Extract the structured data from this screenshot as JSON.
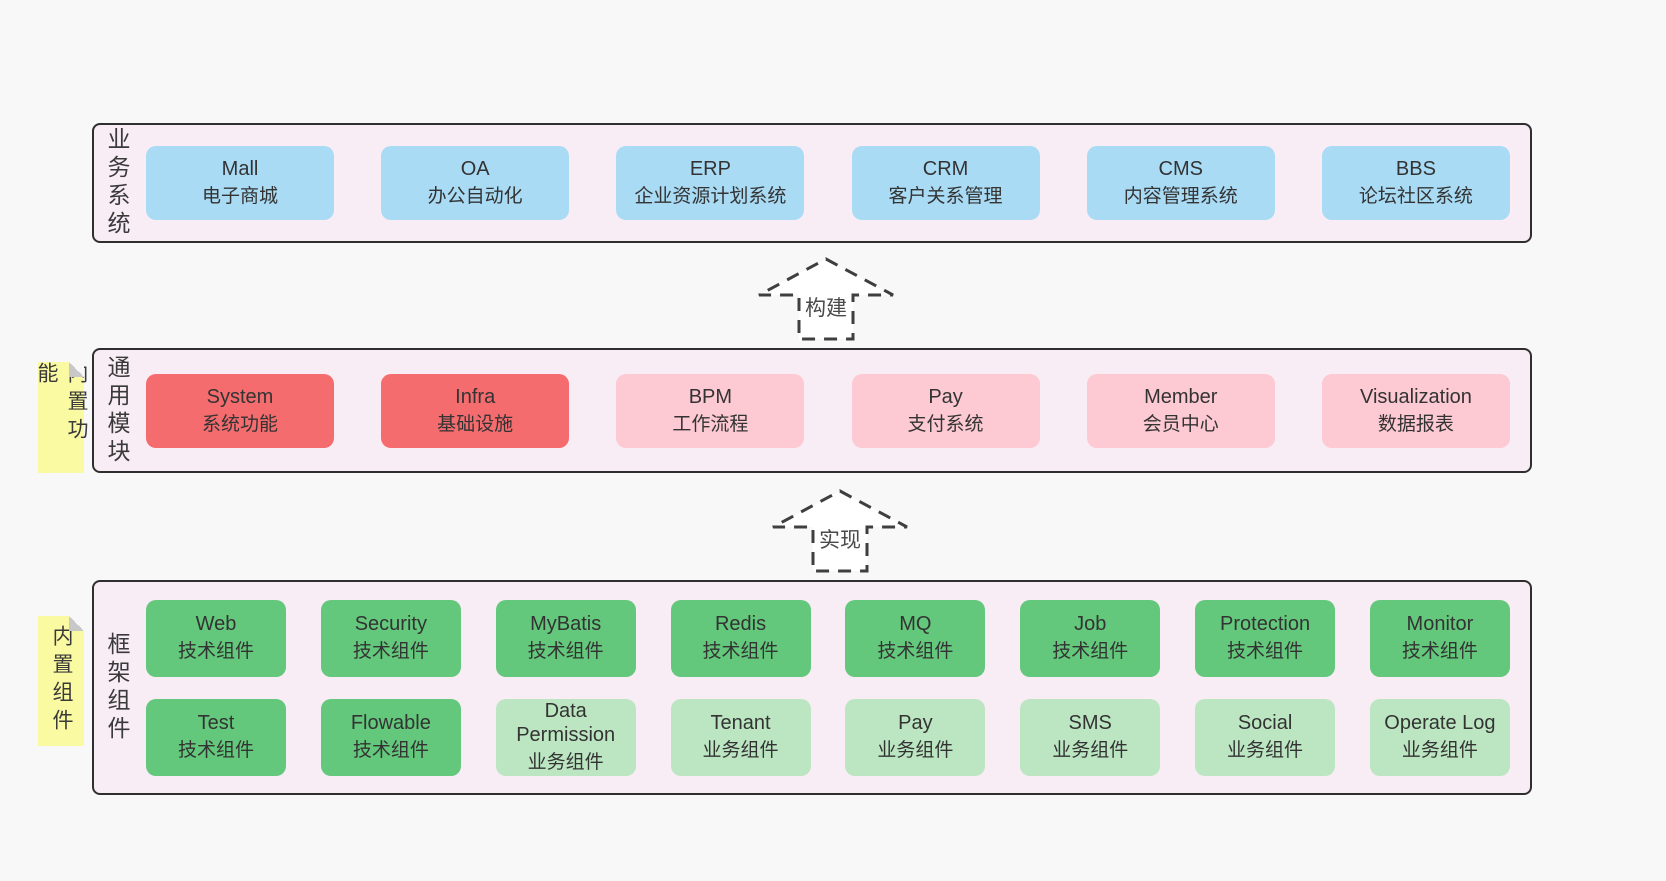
{
  "colors": {
    "page_bg": "#f8f8f8",
    "band_bg": "#f8ecf5",
    "band_border": "#2f2f2f",
    "blue": "#a9dbf5",
    "red": "#f56c6f",
    "pink": "#fdc9d3",
    "green": "#63c87b",
    "light_green": "#bce6c2",
    "note_yellow": "#fafaa2",
    "note_fold": "#c8c8c8",
    "text": "#333333"
  },
  "arrows": [
    {
      "label": "构建"
    },
    {
      "label": "实现"
    }
  ],
  "bands": [
    {
      "label": "业务系统",
      "note": "",
      "rows": [
        [
          {
            "name": "Mall",
            "desc": "电子商城",
            "variant": "blue"
          },
          {
            "name": "OA",
            "desc": "办公自动化",
            "variant": "blue"
          },
          {
            "name": "ERP",
            "desc": "企业资源计划系统",
            "variant": "blue"
          },
          {
            "name": "CRM",
            "desc": "客户关系管理",
            "variant": "blue"
          },
          {
            "name": "CMS",
            "desc": "内容管理系统",
            "variant": "blue"
          },
          {
            "name": "BBS",
            "desc": "论坛社区系统",
            "variant": "blue"
          }
        ]
      ]
    },
    {
      "label": "通用模块",
      "note": "内置功能",
      "rows": [
        [
          {
            "name": "System",
            "desc": "系统功能",
            "variant": "red"
          },
          {
            "name": "Infra",
            "desc": "基础设施",
            "variant": "red"
          },
          {
            "name": "BPM",
            "desc": "工作流程",
            "variant": "pink"
          },
          {
            "name": "Pay",
            "desc": "支付系统",
            "variant": "pink"
          },
          {
            "name": "Member",
            "desc": "会员中心",
            "variant": "pink"
          },
          {
            "name": "Visualization",
            "desc": "数据报表",
            "variant": "pink"
          }
        ]
      ]
    },
    {
      "label": "框架组件",
      "note": "内置组件",
      "rows": [
        [
          {
            "name": "Web",
            "desc": "技术组件",
            "variant": "green"
          },
          {
            "name": "Security",
            "desc": "技术组件",
            "variant": "green"
          },
          {
            "name": "MyBatis",
            "desc": "技术组件",
            "variant": "green"
          },
          {
            "name": "Redis",
            "desc": "技术组件",
            "variant": "green"
          },
          {
            "name": "MQ",
            "desc": "技术组件",
            "variant": "green"
          },
          {
            "name": "Job",
            "desc": "技术组件",
            "variant": "green"
          },
          {
            "name": "Protection",
            "desc": "技术组件",
            "variant": "green"
          },
          {
            "name": "Monitor",
            "desc": "技术组件",
            "variant": "green"
          }
        ],
        [
          {
            "name": "Test",
            "desc": "技术组件",
            "variant": "green"
          },
          {
            "name": "Flowable",
            "desc": "技术组件",
            "variant": "green"
          },
          {
            "name": "Data Permission",
            "desc": "业务组件",
            "variant": "light-green"
          },
          {
            "name": "Tenant",
            "desc": "业务组件",
            "variant": "light-green"
          },
          {
            "name": "Pay",
            "desc": "业务组件",
            "variant": "light-green"
          },
          {
            "name": "SMS",
            "desc": "业务组件",
            "variant": "light-green"
          },
          {
            "name": "Social",
            "desc": "业务组件",
            "variant": "light-green"
          },
          {
            "name": "Operate Log",
            "desc": "业务组件",
            "variant": "light-green"
          }
        ]
      ]
    }
  ]
}
